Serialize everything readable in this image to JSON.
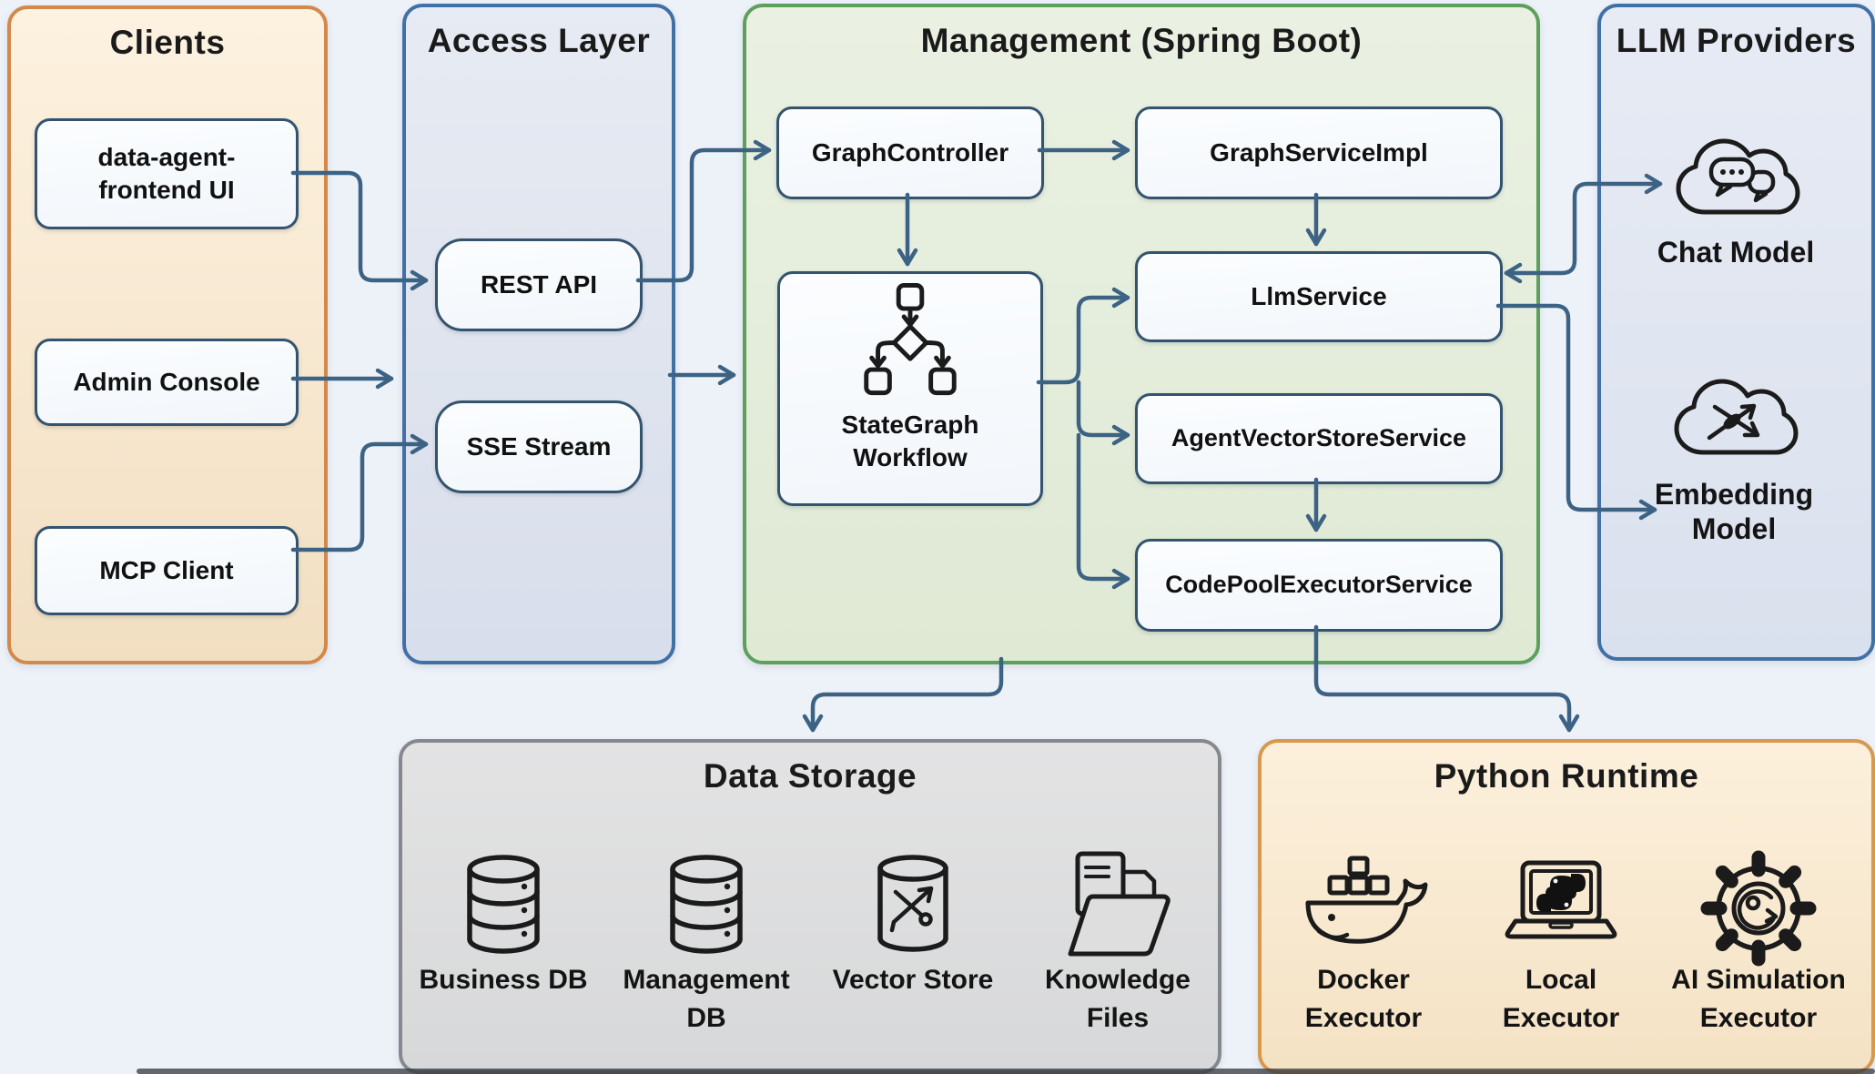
{
  "diagram": {
    "background_color": "#edf1f8",
    "arrow_color": "#3c6284",
    "icon_stroke_color": "#1b1b1b",
    "node_border_color": "#33536e",
    "panels": {
      "clients": {
        "title": "Clients",
        "border_color": "#d2894a",
        "fill": "#f7e9d2"
      },
      "access": {
        "title": "Access Layer",
        "border_color": "#4070a6",
        "fill": "#e0e5ef"
      },
      "management": {
        "title": "Management (Spring Boot)",
        "border_color": "#5ca05c",
        "fill": "#e5eedd"
      },
      "llm": {
        "title": "LLM Providers",
        "border_color": "#4070a6",
        "fill": "#e1e7f1"
      },
      "storage": {
        "title": "Data Storage",
        "border_color": "#85898d",
        "fill": "#dededf"
      },
      "python": {
        "title": "Python Runtime",
        "border_color": "#d6994e",
        "fill": "#f8ead3"
      }
    },
    "nodes": {
      "frontend": {
        "lines": [
          "data-agent-",
          "frontend UI"
        ]
      },
      "admin": {
        "label": "Admin Console"
      },
      "mcp": {
        "label": "MCP Client"
      },
      "rest": {
        "label": "REST API"
      },
      "sse": {
        "label": "SSE Stream"
      },
      "graph_controller": {
        "label": "GraphController"
      },
      "graph_service_impl": {
        "label": "GraphServiceImpl"
      },
      "stategraph": {
        "lines": [
          "StateGraph",
          "Workflow"
        ]
      },
      "llm_service": {
        "label": "LlmService"
      },
      "agent_vector_store": {
        "label": "AgentVectorStoreService"
      },
      "code_pool_executor": {
        "label": "CodePoolExecutorService"
      }
    },
    "llm_items": {
      "chat": {
        "label": "Chat Model",
        "icon": "chat-cloud-icon"
      },
      "embedding": {
        "lines": [
          "Embedding",
          "Model"
        ],
        "icon": "embedding-cloud-icon"
      }
    },
    "storage_items": [
      {
        "lines": [
          "Business DB",
          ""
        ],
        "icon": "database-icon"
      },
      {
        "lines": [
          "Management",
          "DB"
        ],
        "icon": "database-icon"
      },
      {
        "lines": [
          "Vector Store",
          ""
        ],
        "icon": "vector-store-icon"
      },
      {
        "lines": [
          "Knowledge",
          "Files"
        ],
        "icon": "knowledge-files-icon"
      }
    ],
    "python_items": [
      {
        "lines": [
          "Docker",
          "Executor"
        ],
        "icon": "docker-whale-icon"
      },
      {
        "lines": [
          "Local",
          "Executor"
        ],
        "icon": "laptop-python-icon"
      },
      {
        "lines": [
          "AI Simulation",
          "Executor"
        ],
        "icon": "ai-gear-icon"
      }
    ]
  }
}
